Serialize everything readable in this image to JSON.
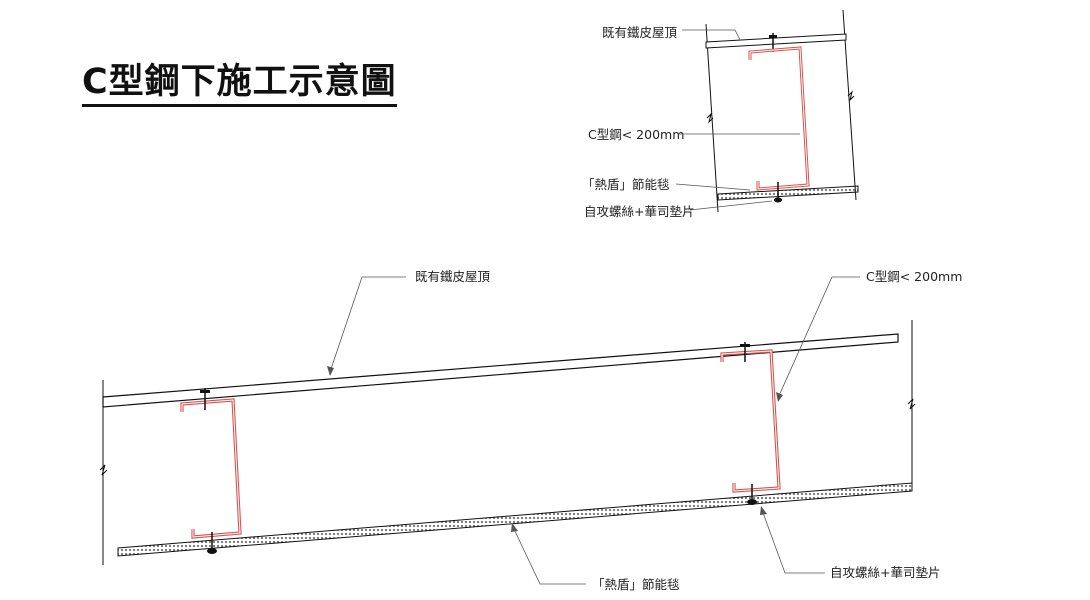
{
  "title": "C型鋼下施工示意圖",
  "detail": {
    "roof_label": "既有鐵皮屋頂",
    "cbeam_label": "C型鋼< 200mm",
    "blanket_label": "「熱盾」節能毯",
    "screw_label": "自攻螺絲+華司墊片"
  },
  "main": {
    "roof_label": "既有鐵皮屋頂",
    "cbeam_label": "C型鋼< 200mm",
    "blanket_label": "「熱盾」節能毯",
    "screw_label": "自攻螺絲+華司墊片"
  },
  "colors": {
    "line": "#111111",
    "c_beam": "#d9534f",
    "blanket_fill": "#e8e8e8"
  }
}
